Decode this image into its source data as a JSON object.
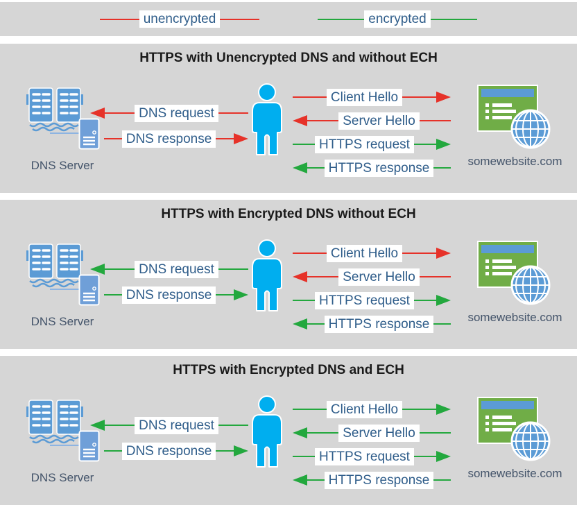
{
  "colors": {
    "unencrypted": "#e63229",
    "encrypted": "#23a83e",
    "panel_bg": "#d6d6d6",
    "person_blue": "#00AEEF",
    "icon_blue": "#5B9BD5",
    "server_blue": "#6f9fd8",
    "connector_blue": "#8db4e2",
    "website_green": "#70AD47",
    "arrow_label_text": "#2f5d8a",
    "caption_text": "#44546A",
    "title_text": "#1a1a1a"
  },
  "icons": {
    "dns_server": "open-book-and-server-icon",
    "user": "person-icon",
    "website": "browser-window-with-globe-icon",
    "arrowheads": [
      "arrowhead-left-icon",
      "arrowhead-right-icon"
    ]
  },
  "legend": {
    "items": [
      {
        "label": "unencrypted",
        "status": "unencrypted"
      },
      {
        "label": "encrypted",
        "status": "encrypted"
      }
    ]
  },
  "panels": [
    {
      "title": "HTTPS with Unencrypted DNS and without ECH",
      "dns_server_label": "DNS Server",
      "website_label": "somewebsite.com",
      "left_rows": [
        {
          "label": "DNS request",
          "direction": "left",
          "status": "unencrypted"
        },
        {
          "label": "DNS response",
          "direction": "right",
          "status": "unencrypted"
        }
      ],
      "right_rows": [
        {
          "label": "Client Hello",
          "direction": "right",
          "status": "unencrypted"
        },
        {
          "label": "Server Hello",
          "direction": "left",
          "status": "unencrypted"
        },
        {
          "label": "HTTPS request",
          "direction": "right",
          "status": "encrypted"
        },
        {
          "label": "HTTPS response",
          "direction": "left",
          "status": "encrypted"
        }
      ]
    },
    {
      "title": "HTTPS with Encrypted DNS without ECH",
      "dns_server_label": "DNS Server",
      "website_label": "somewebsite.com",
      "left_rows": [
        {
          "label": "DNS request",
          "direction": "left",
          "status": "encrypted"
        },
        {
          "label": "DNS response",
          "direction": "right",
          "status": "encrypted"
        }
      ],
      "right_rows": [
        {
          "label": "Client Hello",
          "direction": "right",
          "status": "unencrypted"
        },
        {
          "label": "Server Hello",
          "direction": "left",
          "status": "unencrypted"
        },
        {
          "label": "HTTPS request",
          "direction": "right",
          "status": "encrypted"
        },
        {
          "label": "HTTPS response",
          "direction": "left",
          "status": "encrypted"
        }
      ]
    },
    {
      "title": "HTTPS with Encrypted DNS and ECH",
      "dns_server_label": "DNS Server",
      "website_label": "somewebsite.com",
      "left_rows": [
        {
          "label": "DNS request",
          "direction": "left",
          "status": "encrypted"
        },
        {
          "label": "DNS response",
          "direction": "right",
          "status": "encrypted"
        }
      ],
      "right_rows": [
        {
          "label": "Client Hello",
          "direction": "right",
          "status": "encrypted"
        },
        {
          "label": "Server Hello",
          "direction": "left",
          "status": "encrypted"
        },
        {
          "label": "HTTPS request",
          "direction": "right",
          "status": "encrypted"
        },
        {
          "label": "HTTPS response",
          "direction": "left",
          "status": "encrypted"
        }
      ]
    }
  ]
}
